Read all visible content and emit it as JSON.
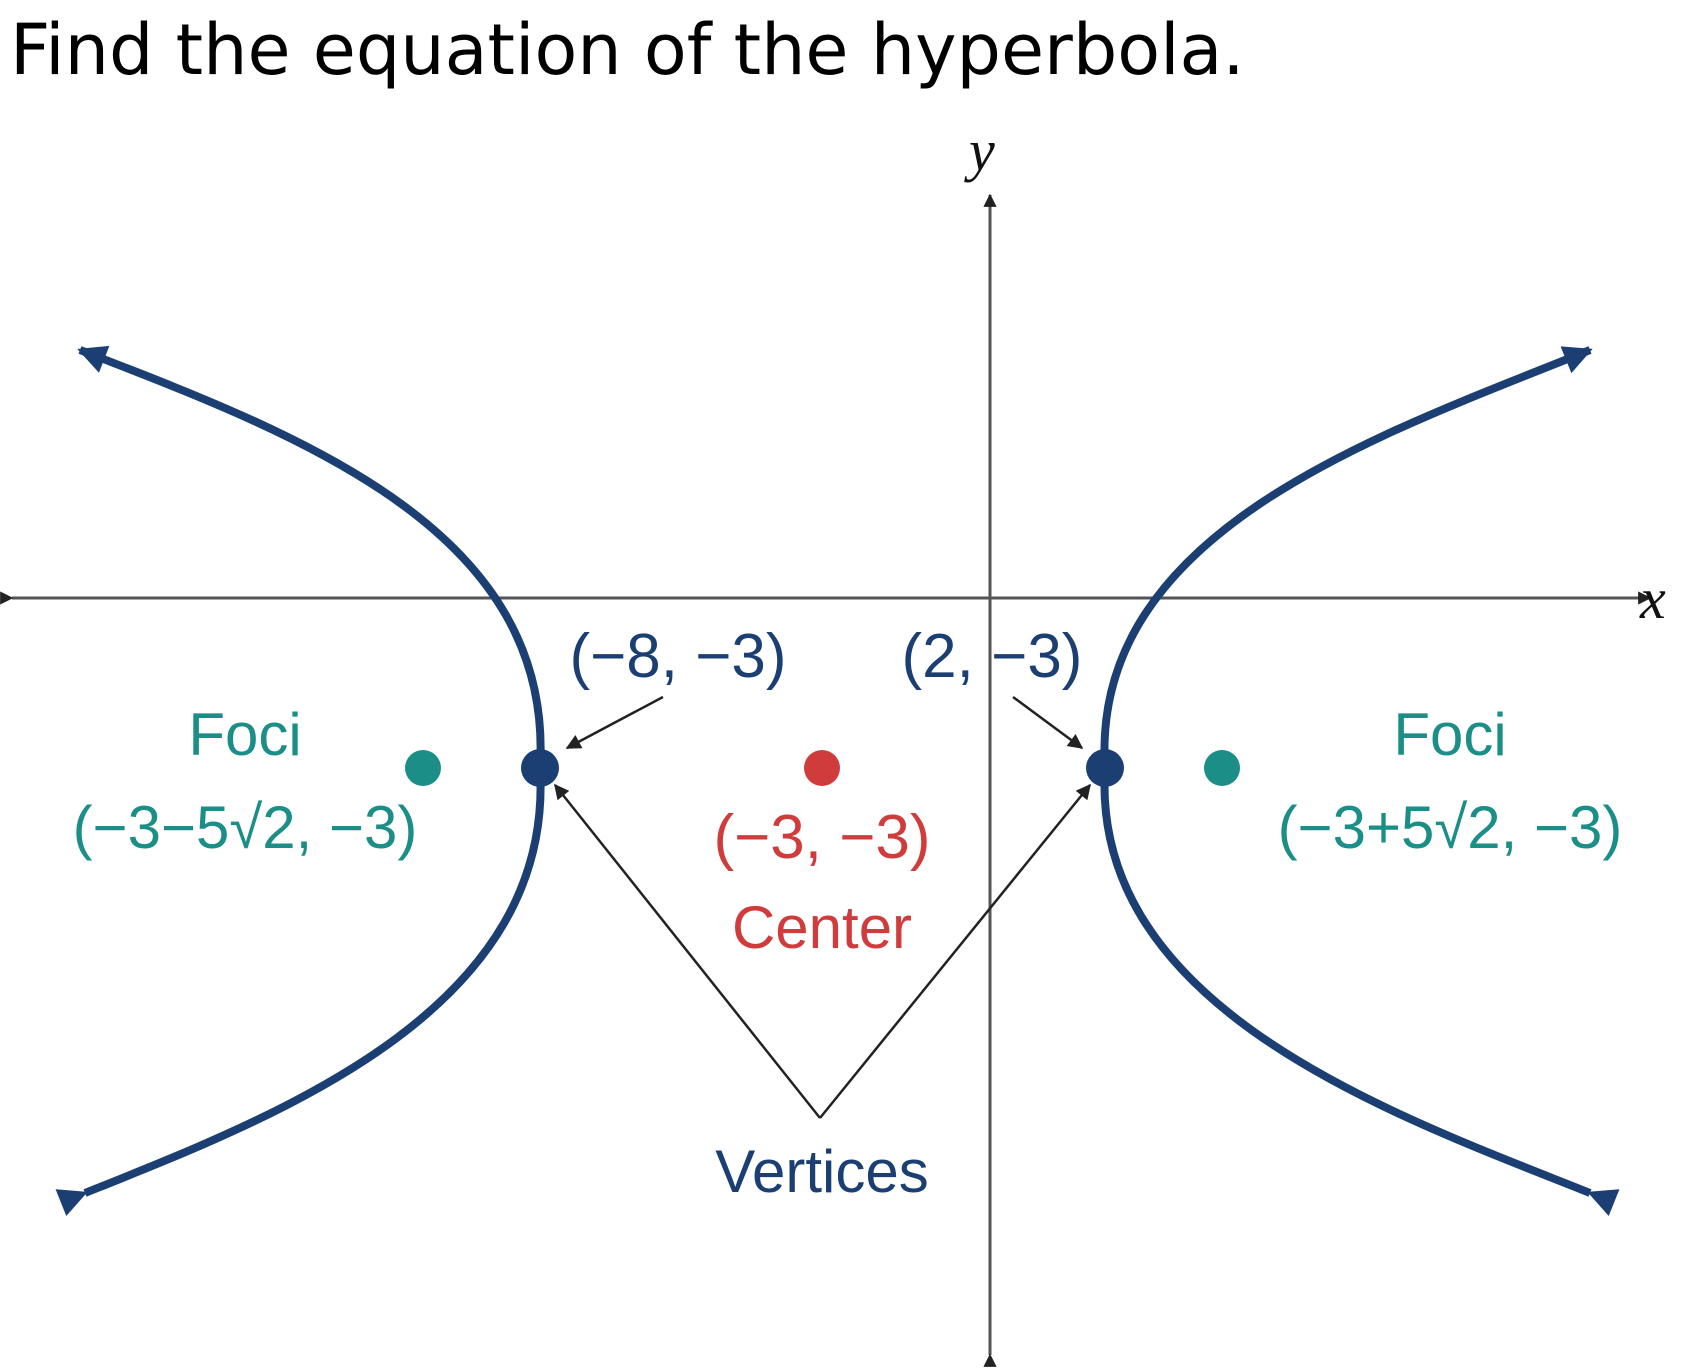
{
  "question": "Find the equation of the hyperbola.",
  "axes": {
    "x_label": "x",
    "y_label": "y"
  },
  "center": {
    "coords": "(−3, −3)",
    "label": "Center"
  },
  "vertices": {
    "left": "(−8, −3)",
    "right": "(2, −3)",
    "label": "Vertices"
  },
  "foci": {
    "left_label": "Foci",
    "left_coords": "(−3−5√2, −3)",
    "right_label": "Foci",
    "right_coords": "(−3+5√2, −3)"
  },
  "colors": {
    "curve": "#1b3f73",
    "center": "#d03c3c",
    "foci": "#1a8e87",
    "axis": "#555555",
    "pointer": "#222222"
  }
}
